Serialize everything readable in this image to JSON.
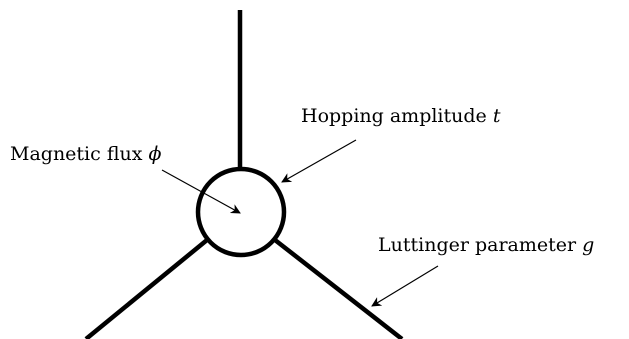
{
  "diagram": {
    "labels": {
      "hopping": {
        "text": "Hopping amplitude ",
        "symbol": "t"
      },
      "flux": {
        "text": "Magnetic flux ",
        "symbol": "ϕ"
      },
      "luttinger": {
        "text": "Luttinger parameter ",
        "symbol": "g"
      }
    },
    "colors": {
      "ink": "#000000",
      "background": "#ffffff"
    }
  }
}
